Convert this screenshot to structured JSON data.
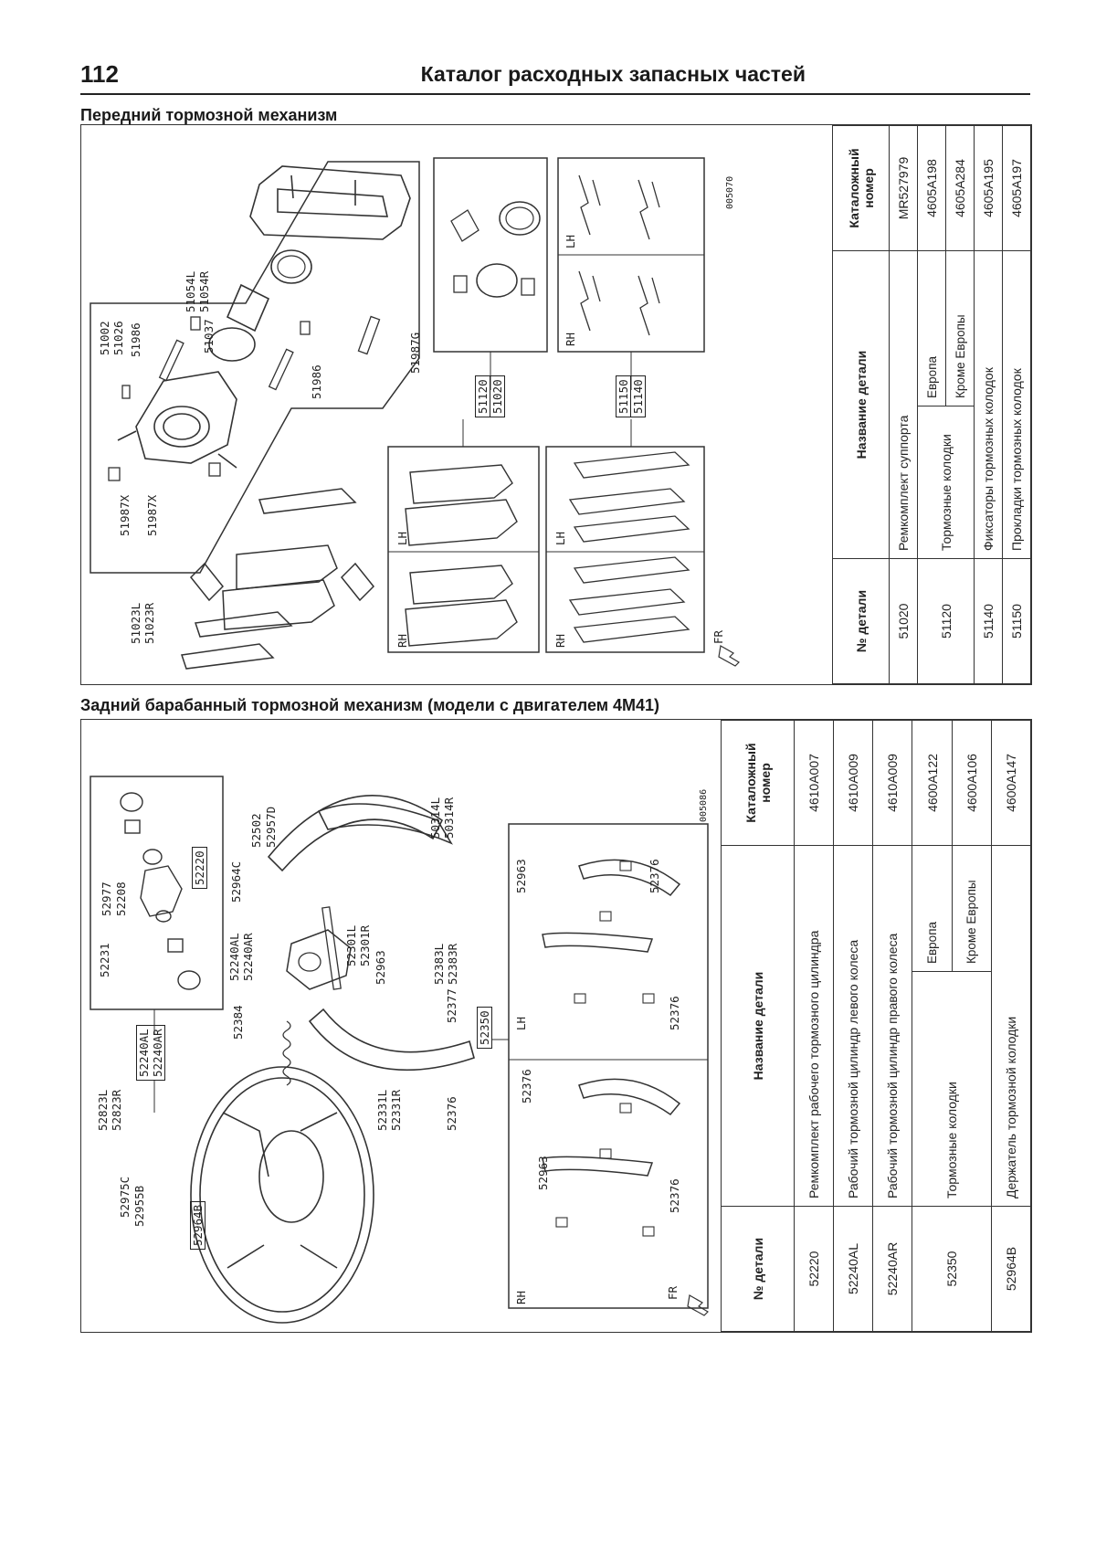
{
  "page": {
    "number": "112",
    "title": "Каталог расходных запасных частей"
  },
  "front": {
    "section_title": "Передний тормозной механизм",
    "diagram_code": "005070",
    "labels": {
      "l51054": "51054L\n51054R",
      "l51037": "51037",
      "l51002": "51002",
      "l51026": "51026",
      "l51986a": "51986",
      "l51986b": "51986",
      "l51987g": "51987G",
      "l51987x_a": "51987X",
      "l51987x_b": "51987X",
      "l51023": "51023L\n51023R",
      "b51120": "51120",
      "b51020": "51020",
      "b51150": "51150",
      "b51140": "51140",
      "fr": "FR",
      "rh": "RH",
      "lh": "LH"
    },
    "table": {
      "headers": [
        "№ детали",
        "Название детали",
        "Каталожный номер"
      ],
      "rows": [
        {
          "num": "51020",
          "name": "Ремкомплект суппорта",
          "sub": "",
          "cat": "MR527979"
        },
        {
          "num": "51120",
          "name": "Тормозные колодки",
          "sub": "Европа",
          "cat": "4605A198"
        },
        {
          "num": "",
          "name": "",
          "sub": "Кроме Европы",
          "cat": "4605A284"
        },
        {
          "num": "51140",
          "name": "Фиксаторы тормозных колодок",
          "sub": "",
          "cat": "4605A195"
        },
        {
          "num": "51150",
          "name": "Прокладки тормозных колодок",
          "sub": "",
          "cat": "4605A197"
        }
      ]
    }
  },
  "rear": {
    "section_title": "Задний барабанный тормозной механизм (модели с двигателем 4M41)",
    "diagram_code": "005086",
    "labels": {
      "b52220": "52220",
      "l52977": "52977",
      "l52208": "52208",
      "l52231": "52231",
      "b52240": "52240AL\n52240AR",
      "l52240": "52240AL\n52240AR",
      "l52964c": "52964C",
      "l52502": "52502",
      "l52957d": "52957D",
      "l50314": "50314L\n50314R",
      "l52301": "52301L\n52301R",
      "l52963": "52963",
      "l52383": "52383L\n52383R",
      "l52377": "52377",
      "l52384": "52384",
      "l52823": "52823L\n52823R",
      "l52975c": "52975C",
      "l52955b": "52955B",
      "b52964b": "52964B",
      "l52331": "52331L\n52331R",
      "l52376": "52376",
      "b52350": "52350",
      "fr": "FR",
      "rh": "RH",
      "lh": "LH"
    },
    "table": {
      "headers": [
        "№ детали",
        "Название детали",
        "Каталожный номер"
      ],
      "rows": [
        {
          "num": "52220",
          "name": "Ремкомплект рабочего тормозного цилиндра",
          "sub": "",
          "cat": "4610A007"
        },
        {
          "num": "52240AL",
          "name": "Рабочий тормозной цилиндр левого колеса",
          "sub": "",
          "cat": "4610A009"
        },
        {
          "num": "52240AR",
          "name": "Рабочий тормозной цилиндр правого колеса",
          "sub": "",
          "cat": "4610A009"
        },
        {
          "num": "52350",
          "name": "Тормозные колодки",
          "sub": "Европа",
          "cat": "4600A122"
        },
        {
          "num": "",
          "name": "",
          "sub": "Кроме Европы",
          "cat": "4600A106"
        },
        {
          "num": "52964B",
          "name": "Держатель тормозной колодки",
          "sub": "",
          "cat": "4600A147"
        }
      ]
    }
  }
}
